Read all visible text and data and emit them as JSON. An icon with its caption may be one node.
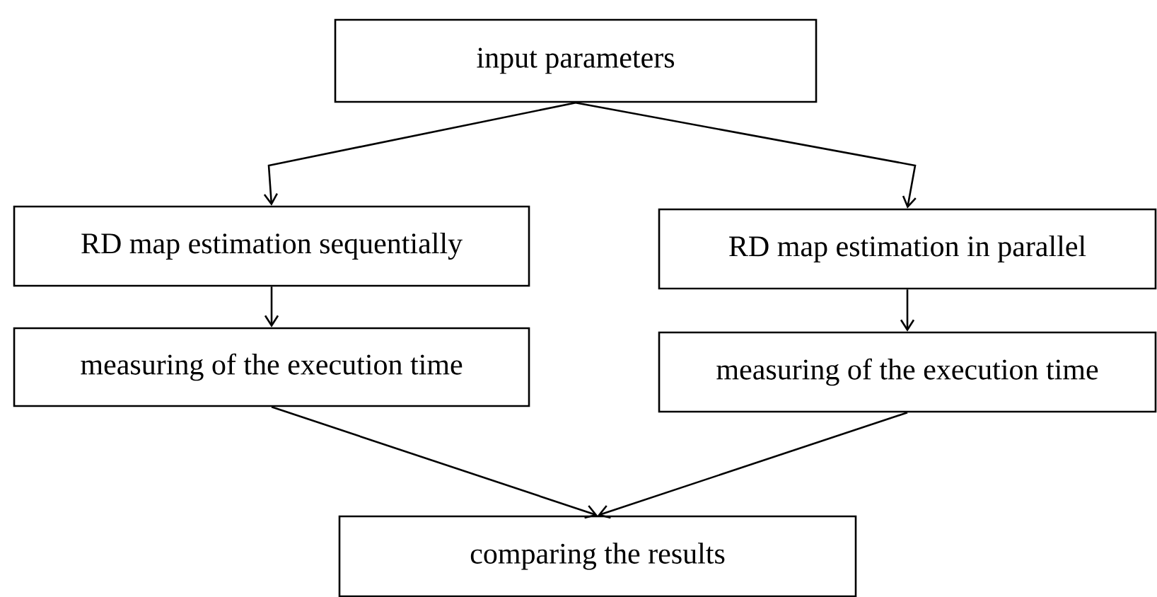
{
  "diagram": {
    "nodes": [
      {
        "text": [
          "input parameters"
        ]
      },
      {
        "text": [
          "RD map estimation sequentially"
        ]
      },
      {
        "text": [
          "RD map estimation in parallel"
        ]
      },
      {
        "text": [
          "measuring of the execution time"
        ]
      },
      {
        "text": [
          "measuring of the execution time"
        ]
      },
      {
        "text": [
          "comparing the results"
        ]
      }
    ],
    "edges": [
      {
        "from": 0,
        "to": 1,
        "arrow": "to"
      },
      {
        "from": 0,
        "to": 2,
        "arrow": "to"
      },
      {
        "from": 1,
        "to": 3,
        "arrow": "to"
      },
      {
        "from": 2,
        "to": 4,
        "arrow": "to"
      },
      {
        "from": 3,
        "to": 5,
        "arrow": "to"
      },
      {
        "from": 4,
        "to": 5,
        "arrow": "to"
      }
    ]
  }
}
